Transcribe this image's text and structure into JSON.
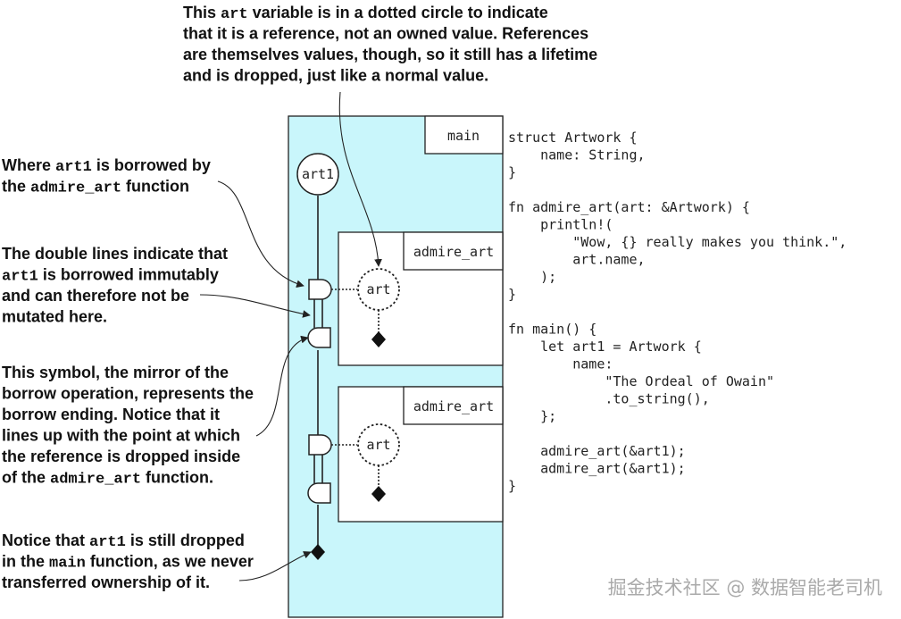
{
  "colors": {
    "scope_fill": "#c9f6fb",
    "stroke": "#222222",
    "watermark": "#aaaaaa"
  },
  "top_note": [
    [
      {
        "t": "This "
      },
      {
        "t": "art",
        "m": true
      },
      {
        "t": " variable is in a dotted circle to indicate"
      }
    ],
    [
      {
        "t": "that it is a reference, not an owned value. References"
      }
    ],
    [
      {
        "t": "are themselves values, though, so it still has a lifetime"
      }
    ],
    [
      {
        "t": "and is dropped, just like a normal value."
      }
    ]
  ],
  "annotations": [
    [
      [
        {
          "t": "Where "
        },
        {
          "t": "art1",
          "m": true
        },
        {
          "t": " is borrowed by"
        }
      ],
      [
        {
          "t": "the "
        },
        {
          "t": "admire_art",
          "m": true
        },
        {
          "t": " function"
        }
      ]
    ],
    [
      [
        {
          "t": "The double lines indicate that"
        }
      ],
      [
        {
          "t": "art1",
          "m": true
        },
        {
          "t": " is borrowed immutably"
        }
      ],
      [
        {
          "t": "and can therefore not be"
        }
      ],
      [
        {
          "t": "mutated here."
        }
      ]
    ],
    [
      [
        {
          "t": "This symbol, the mirror of the"
        }
      ],
      [
        {
          "t": "borrow operation, represents the"
        }
      ],
      [
        {
          "t": "borrow ending. Notice that it"
        }
      ],
      [
        {
          "t": "lines up with the point at which"
        }
      ],
      [
        {
          "t": "the reference is dropped inside"
        }
      ],
      [
        {
          "t": "of the "
        },
        {
          "t": "admire_art",
          "m": true
        },
        {
          "t": " function."
        }
      ]
    ],
    [
      [
        {
          "t": "Notice that "
        },
        {
          "t": "art1",
          "m": true
        },
        {
          "t": " is still dropped"
        }
      ],
      [
        {
          "t": "in the "
        },
        {
          "t": "main",
          "m": true
        },
        {
          "t": " function, as we never"
        }
      ],
      [
        {
          "t": "transferred ownership of it."
        }
      ]
    ]
  ],
  "diagram": {
    "main_label": "main",
    "owner_var": "art1",
    "scopes": [
      {
        "label": "admire_art",
        "ref_var": "art"
      },
      {
        "label": "admire_art",
        "ref_var": "art"
      }
    ]
  },
  "code_lines": [
    "struct Artwork {",
    "    name: String,",
    "}",
    "",
    "fn admire_art(art: &Artwork) {",
    "    println!(",
    "        \"Wow, {} really makes you think.\",",
    "        art.name,",
    "    );",
    "}",
    "",
    "fn main() {",
    "    let art1 = Artwork {",
    "        name:",
    "            \"The Ordeal of Owain\"",
    "            .to_string(),",
    "    };",
    "",
    "    admire_art(&art1);",
    "    admire_art(&art1);",
    "}"
  ],
  "watermark": "掘金技术社区 @ 数据智能老司机"
}
